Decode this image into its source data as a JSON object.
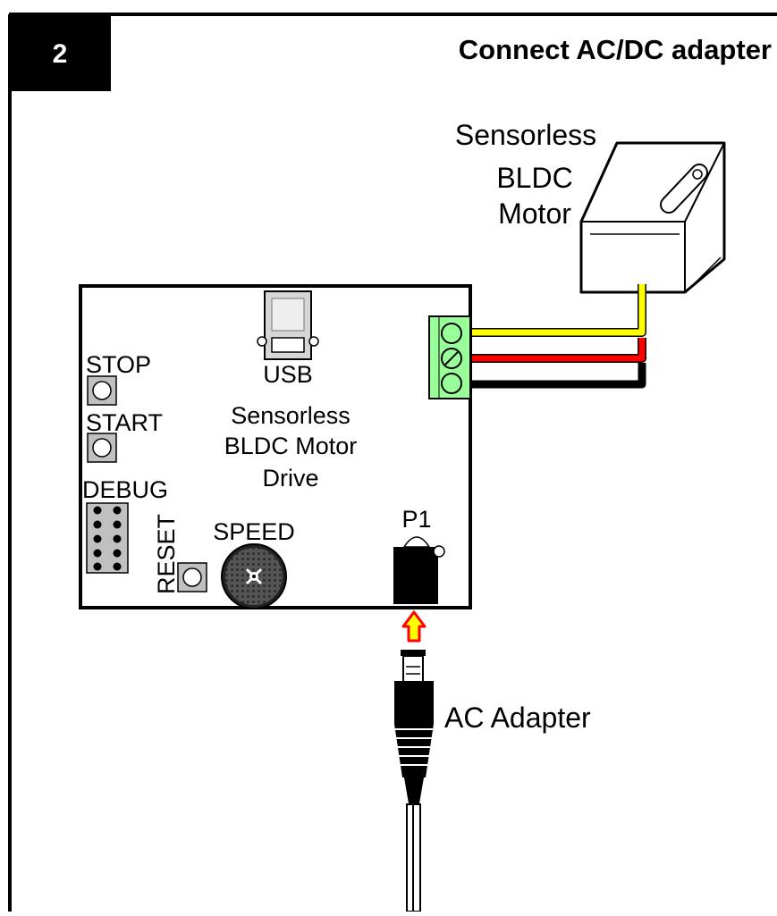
{
  "step": {
    "number": "2",
    "title": "Connect AC/DC adapter"
  },
  "motor": {
    "label_lines": [
      "Sensorless",
      "BLDC",
      "Motor"
    ]
  },
  "board": {
    "usb_label": "USB",
    "title_lines": [
      "Sensorless",
      "BLDC Motor",
      "Drive"
    ],
    "stop_label": "STOP",
    "start_label": "START",
    "debug_label": "DEBUG",
    "reset_label": "RESET",
    "speed_label": "SPEED",
    "power_jack_label": "P1"
  },
  "adapter": {
    "label": "AC Adapter"
  },
  "colors": {
    "wire_yellow": "#ffff00",
    "wire_red": "#ff0000",
    "wire_black": "#000000",
    "terminal_block": "#99ff99",
    "button_gray": "#c0c0c0",
    "arrow_fill": "#ffff00",
    "arrow_outline": "#ff0000"
  }
}
